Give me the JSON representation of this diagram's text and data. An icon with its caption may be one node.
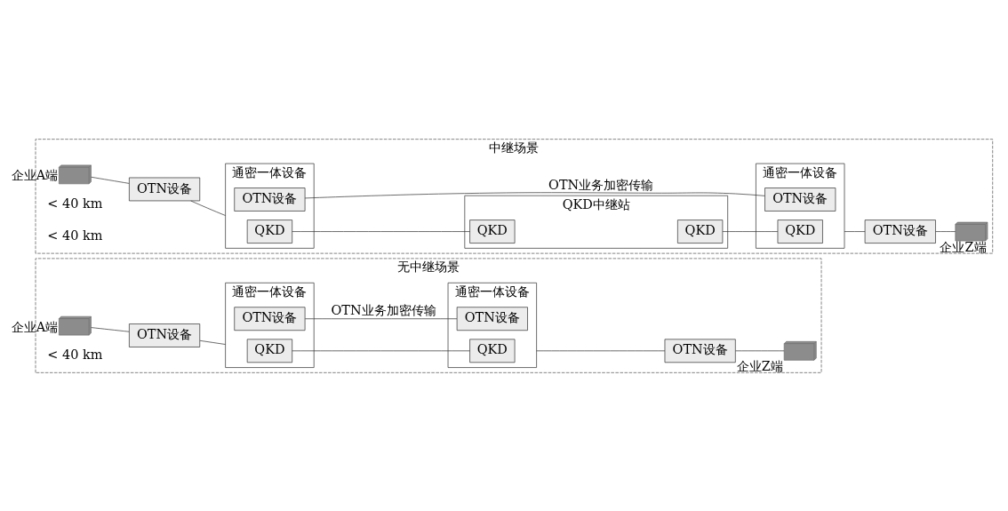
{
  "diagram": {
    "nodes": [
      {
        "text": [
          "无中继场景"
        ]
      },
      {
        "text": [],
        "shape": "picture",
        "in": 0,
        "beside": [
          "企业A端"
        ]
      },
      {
        "text": [
          "OTN设备"
        ],
        "in": 0
      },
      {
        "text": [
          "通密一体设备"
        ],
        "in": 0
      },
      {
        "text": [
          "QKD"
        ],
        "in": 3
      },
      {
        "text": [
          "OTN设备"
        ],
        "in": 3
      },
      {
        "text": [
          "通密一体设备"
        ],
        "in": 0
      },
      {
        "text": [
          "QKD"
        ],
        "in": 6
      },
      {
        "text": [
          "OTN设备"
        ],
        "in": 6
      },
      {
        "text": [
          "OTN设备"
        ],
        "in": 0
      },
      {
        "text": [],
        "shape": "picture",
        "in": 0,
        "beside": [
          "企业Z端"
        ]
      },
      {
        "text": [
          "中继场景"
        ]
      },
      {
        "text": [],
        "shape": "picture",
        "in": 11,
        "beside": [
          "企业A端"
        ]
      },
      {
        "text": [
          "OTN设备"
        ],
        "in": 11
      },
      {
        "text": [
          "通密一体设备"
        ],
        "in": 11
      },
      {
        "text": [
          "QKD"
        ],
        "in": 14
      },
      {
        "text": [
          "OTN设备"
        ],
        "in": 14
      },
      {
        "text": [
          "QKD中继站"
        ],
        "in": 11
      },
      {
        "text": [
          "QKD"
        ],
        "in": 17
      },
      {
        "text": [
          "QKD"
        ],
        "in": 17
      },
      {
        "text": [
          "通密一体设备"
        ],
        "in": 11
      },
      {
        "text": [
          "QKD"
        ],
        "in": 20
      },
      {
        "text": [
          "OTN设备"
        ],
        "in": 20
      },
      {
        "text": [
          "OTN设备"
        ],
        "in": 11
      },
      {
        "text": [],
        "shape": "picture",
        "in": 11,
        "beside": [
          "企业Z端"
        ]
      }
    ],
    "edges": [
      {
        "from": 1,
        "to": 2,
        "arrow": "none"
      },
      {
        "from": 2,
        "to": 3,
        "arrow": "none"
      },
      {
        "from": 4,
        "to": 7,
        "arrow": "none"
      },
      {
        "from": 5,
        "to": 8,
        "arrow": "none",
        "label": "OTN业务加密传输"
      },
      {
        "from": 6,
        "to": 9,
        "arrow": "none"
      },
      {
        "from": 9,
        "to": 10,
        "arrow": "none"
      },
      {
        "from": 12,
        "to": 13,
        "arrow": "none"
      },
      {
        "from": 13,
        "to": 14,
        "arrow": "none"
      },
      {
        "from": 15,
        "to": 18,
        "arrow": "none"
      },
      {
        "from": 19,
        "to": 21,
        "arrow": "none"
      },
      {
        "from": 16,
        "to": 22,
        "arrow": "none",
        "label": "OTN业务加密传输"
      },
      {
        "from": 20,
        "to": 23,
        "arrow": "none"
      },
      {
        "from": 23,
        "to": 24,
        "arrow": "none"
      }
    ],
    "labels": [
      "< 40 km",
      "< 40 km",
      "< 40 km"
    ]
  }
}
